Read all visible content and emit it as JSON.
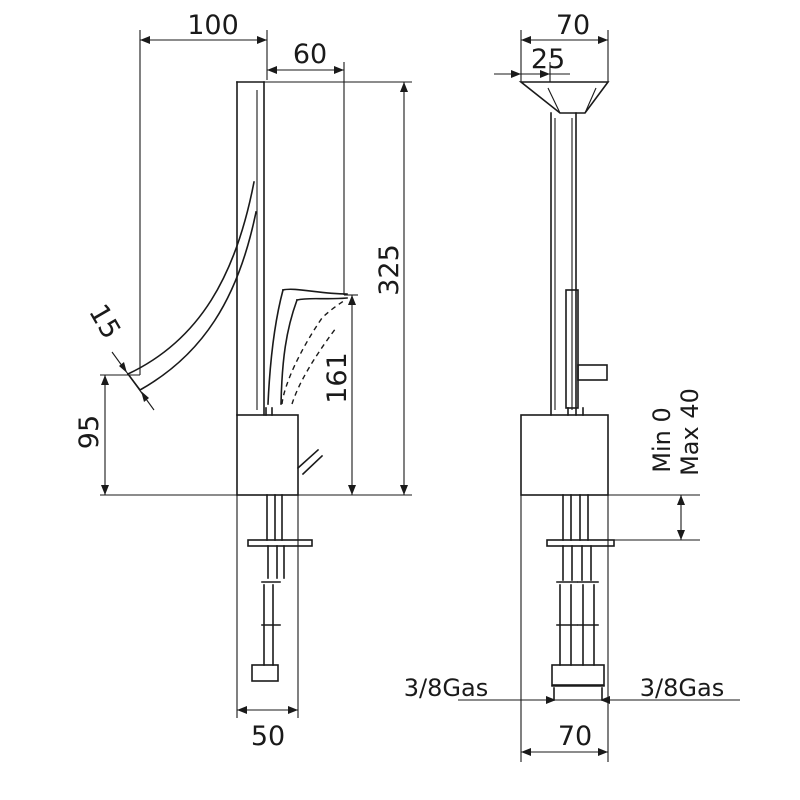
{
  "side_view": {
    "width_top": "100",
    "spout_reach": "60",
    "total_height": "325",
    "lever_height": "161",
    "spout_height": "95",
    "spout_diameter": "15",
    "base_width": "50"
  },
  "front_view": {
    "width_top": "70",
    "head_width": "25",
    "deck_min": "Min 0",
    "deck_max": "Max 40",
    "gas_left": "3/8Gas",
    "gas_right": "3/8Gas",
    "base_width": "70"
  }
}
